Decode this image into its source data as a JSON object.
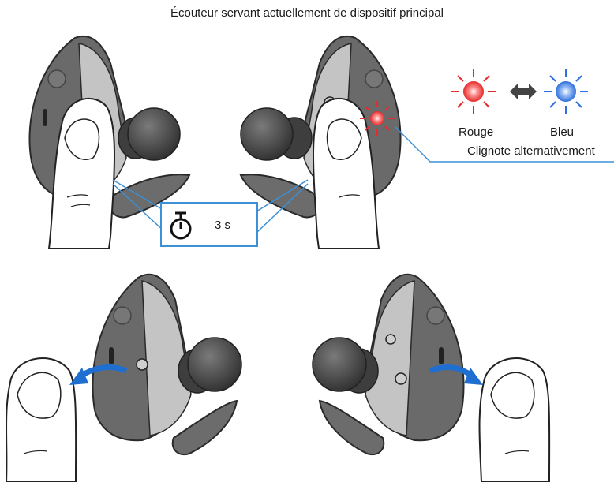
{
  "title": "Écouteur servant actuellement de dispositif principal",
  "led": {
    "red_label": "Rouge",
    "blue_label": "Bleu",
    "alternate_label": "Clignote alternativement",
    "red_color": "#ef3a3a",
    "blue_color": "#3a7be0"
  },
  "timer": {
    "value": "3 s",
    "icon": "stopwatch-icon"
  },
  "arrow": {
    "icon": "double-arrow-icon",
    "rotate_arrow_color": "#1f6fd1"
  },
  "colors": {
    "earbud_dark": "#5b5b5b",
    "earbud_light": "#b9b9b9",
    "eartip": "#444444",
    "callout_line": "#3d8fd6"
  }
}
